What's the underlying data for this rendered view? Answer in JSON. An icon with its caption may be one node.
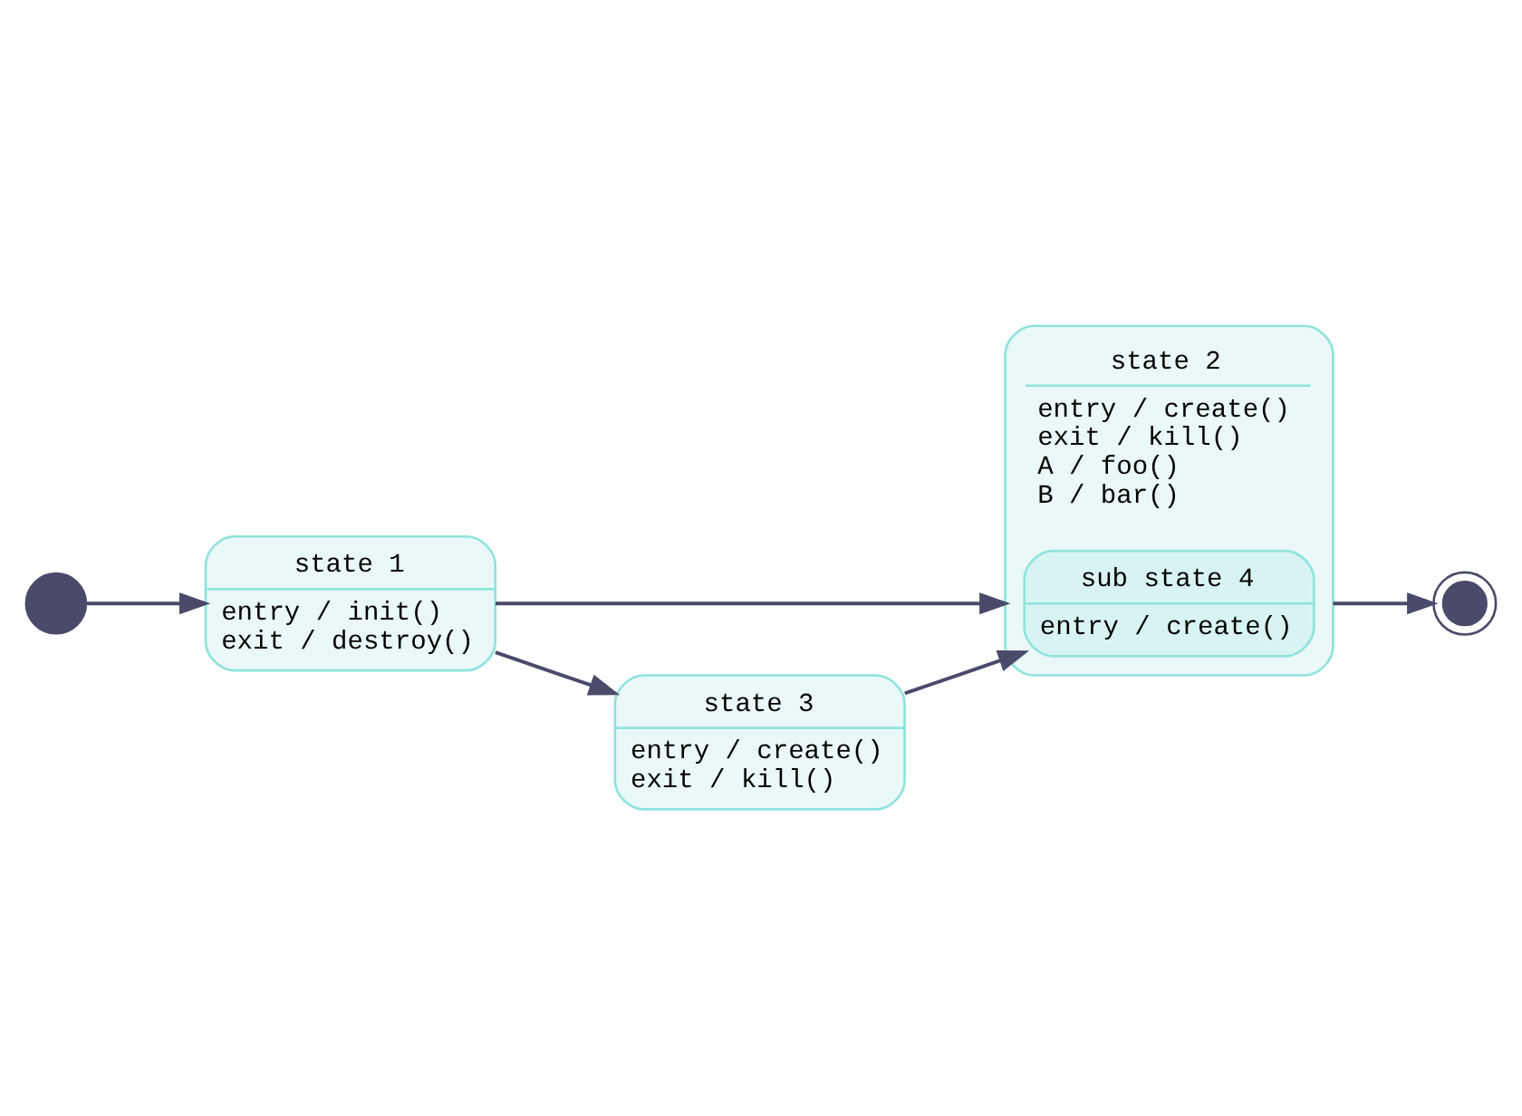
{
  "diagram": {
    "nodes": [
      {
        "text": [],
        "shape": "circle"
      },
      {
        "text": [
          "state 1",
          "entry / init()",
          "exit / destroy()"
        ]
      },
      {
        "text": [
          "state 2",
          "entry / create()",
          "exit / kill()",
          "A / foo()",
          "B / bar()"
        ]
      },
      {
        "text": [
          "state 3",
          "entry / create()",
          "exit / kill()"
        ]
      },
      {
        "text": [
          "sub state 4",
          "entry / create()"
        ],
        "in": 2
      },
      {
        "text": [],
        "shape": "circle"
      }
    ],
    "edges": [
      {
        "from": 0,
        "to": 1,
        "arrow": "to"
      },
      {
        "from": 1,
        "to": 3,
        "arrow": "to"
      },
      {
        "from": 1,
        "to": 2,
        "arrow": "to"
      },
      {
        "from": 3,
        "to": 4,
        "arrow": "to"
      },
      {
        "from": 2,
        "to": 5,
        "arrow": "to"
      }
    ]
  }
}
